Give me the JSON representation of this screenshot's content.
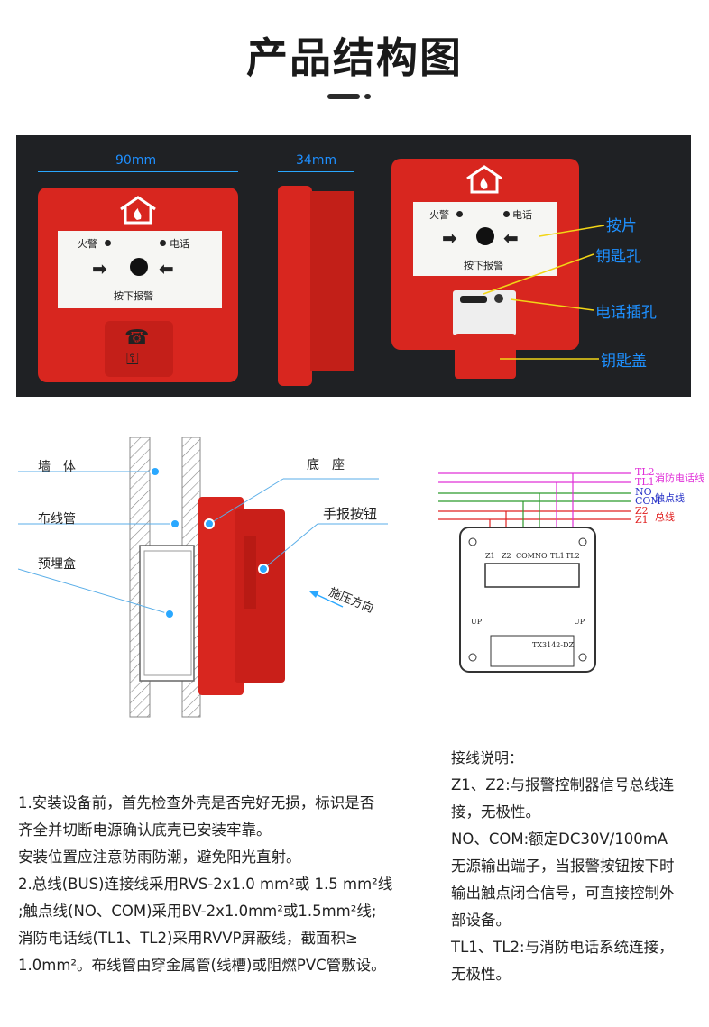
{
  "title": "产品结构图",
  "photo": {
    "width_dim": "90mm",
    "depth_dim": "34mm",
    "face": {
      "fire": "火警",
      "phone": "电话",
      "press": "按下报警"
    },
    "callouts": [
      "按片",
      "钥匙孔",
      "电话插孔",
      "钥匙盖"
    ]
  },
  "install": {
    "labels": [
      "墙　体",
      "布线管",
      "预埋盒",
      "底　座",
      "手报按钮",
      "施压方向"
    ]
  },
  "wiring": {
    "terminals": [
      "Z1",
      "Z2",
      "COM",
      "NO",
      "TL1",
      "TL2"
    ],
    "line_labels": [
      "TL2",
      "TL1",
      "NO",
      "COM",
      "Z2",
      "Z1"
    ],
    "groups": [
      "消防电话线",
      "触点线",
      "总线"
    ],
    "up": "UP",
    "model": "TX3142-DZ",
    "colors": {
      "phone": "#e030d8",
      "contact": "#2a35c8",
      "bus": "#e02020",
      "green": "#2a9a2a"
    }
  },
  "notes_left": [
    "1.安装设备前，首先检查外壳是否完好无损，标识是否",
    "齐全并切断电源确认底壳已安装牢靠。",
    "安装位置应注意防雨防潮，避免阳光直射。",
    "2.总线(BUS)连接线采用RVS-2x1.0 mm²或 1.5 mm²线",
    ";触点线(NO、COM)采用BV-2x1.0mm²或1.5mm²线;",
    "消防电话线(TL1、TL2)采用RVVP屏蔽线，截面积≥",
    "1.0mm²。布线管由穿金属管(线槽)或阻燃PVC管敷设。"
  ],
  "notes_right": {
    "heading": "接线说明：",
    "lines": [
      "Z1、Z2:与报警控制器信号总线连",
      "接，无极性。",
      "NO、COM:额定DC30V/100mA",
      "无源输出端子，当报警按钮按下时",
      "输出触点闭合信号，可直接控制外",
      "部设备。",
      "TL1、TL2:与消防电话系统连接，",
      "无极性。"
    ]
  }
}
